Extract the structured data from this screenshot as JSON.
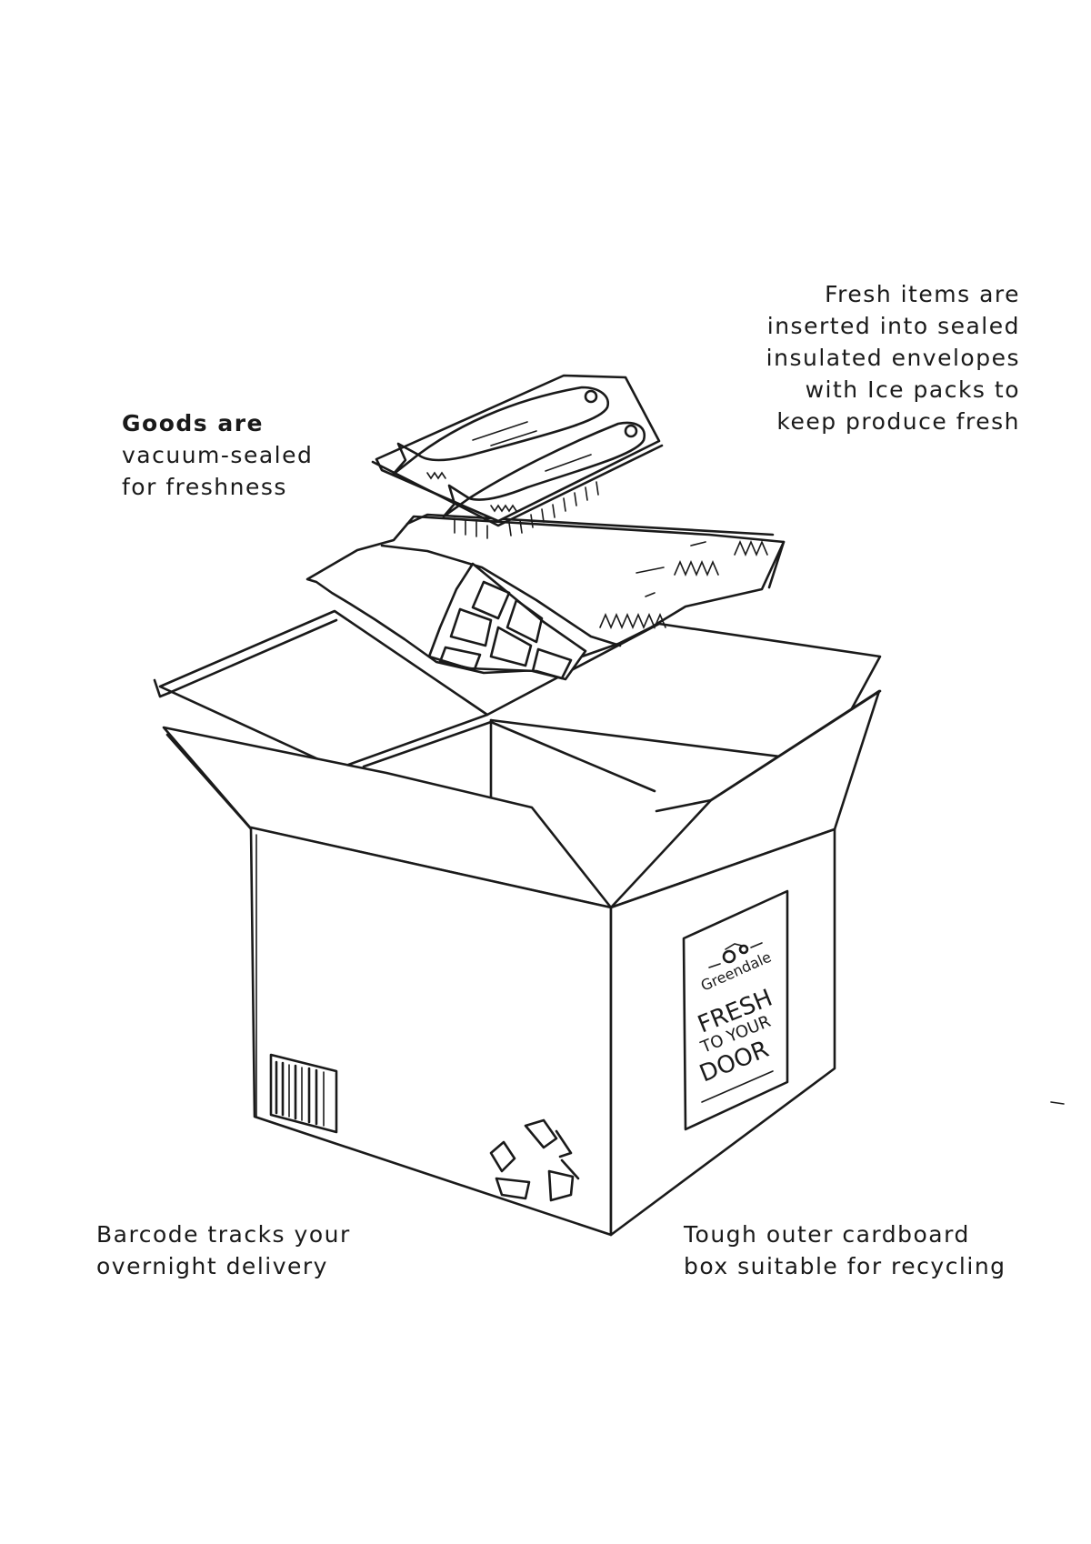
{
  "annotations": {
    "vacuum": [
      "Goods are",
      "vacuum-sealed",
      "for freshness"
    ],
    "insulated": [
      "Fresh items are",
      "inserted into sealed",
      "insulated envelopes",
      "with Ice packs to",
      "keep produce fresh"
    ],
    "barcode": [
      "Barcode tracks your",
      "overnight delivery"
    ],
    "cardboard": [
      "Tough outer cardboard",
      "box suitable for recycling"
    ]
  },
  "box_label": {
    "brand": "Greendale",
    "line1": "FRESH",
    "line2": "TO YOUR",
    "line3": "DOOR"
  },
  "icons": {
    "recycle": "recycle-icon",
    "barcode": "barcode-icon",
    "fish": "fish-icon",
    "tractor": "tractor-icon"
  }
}
